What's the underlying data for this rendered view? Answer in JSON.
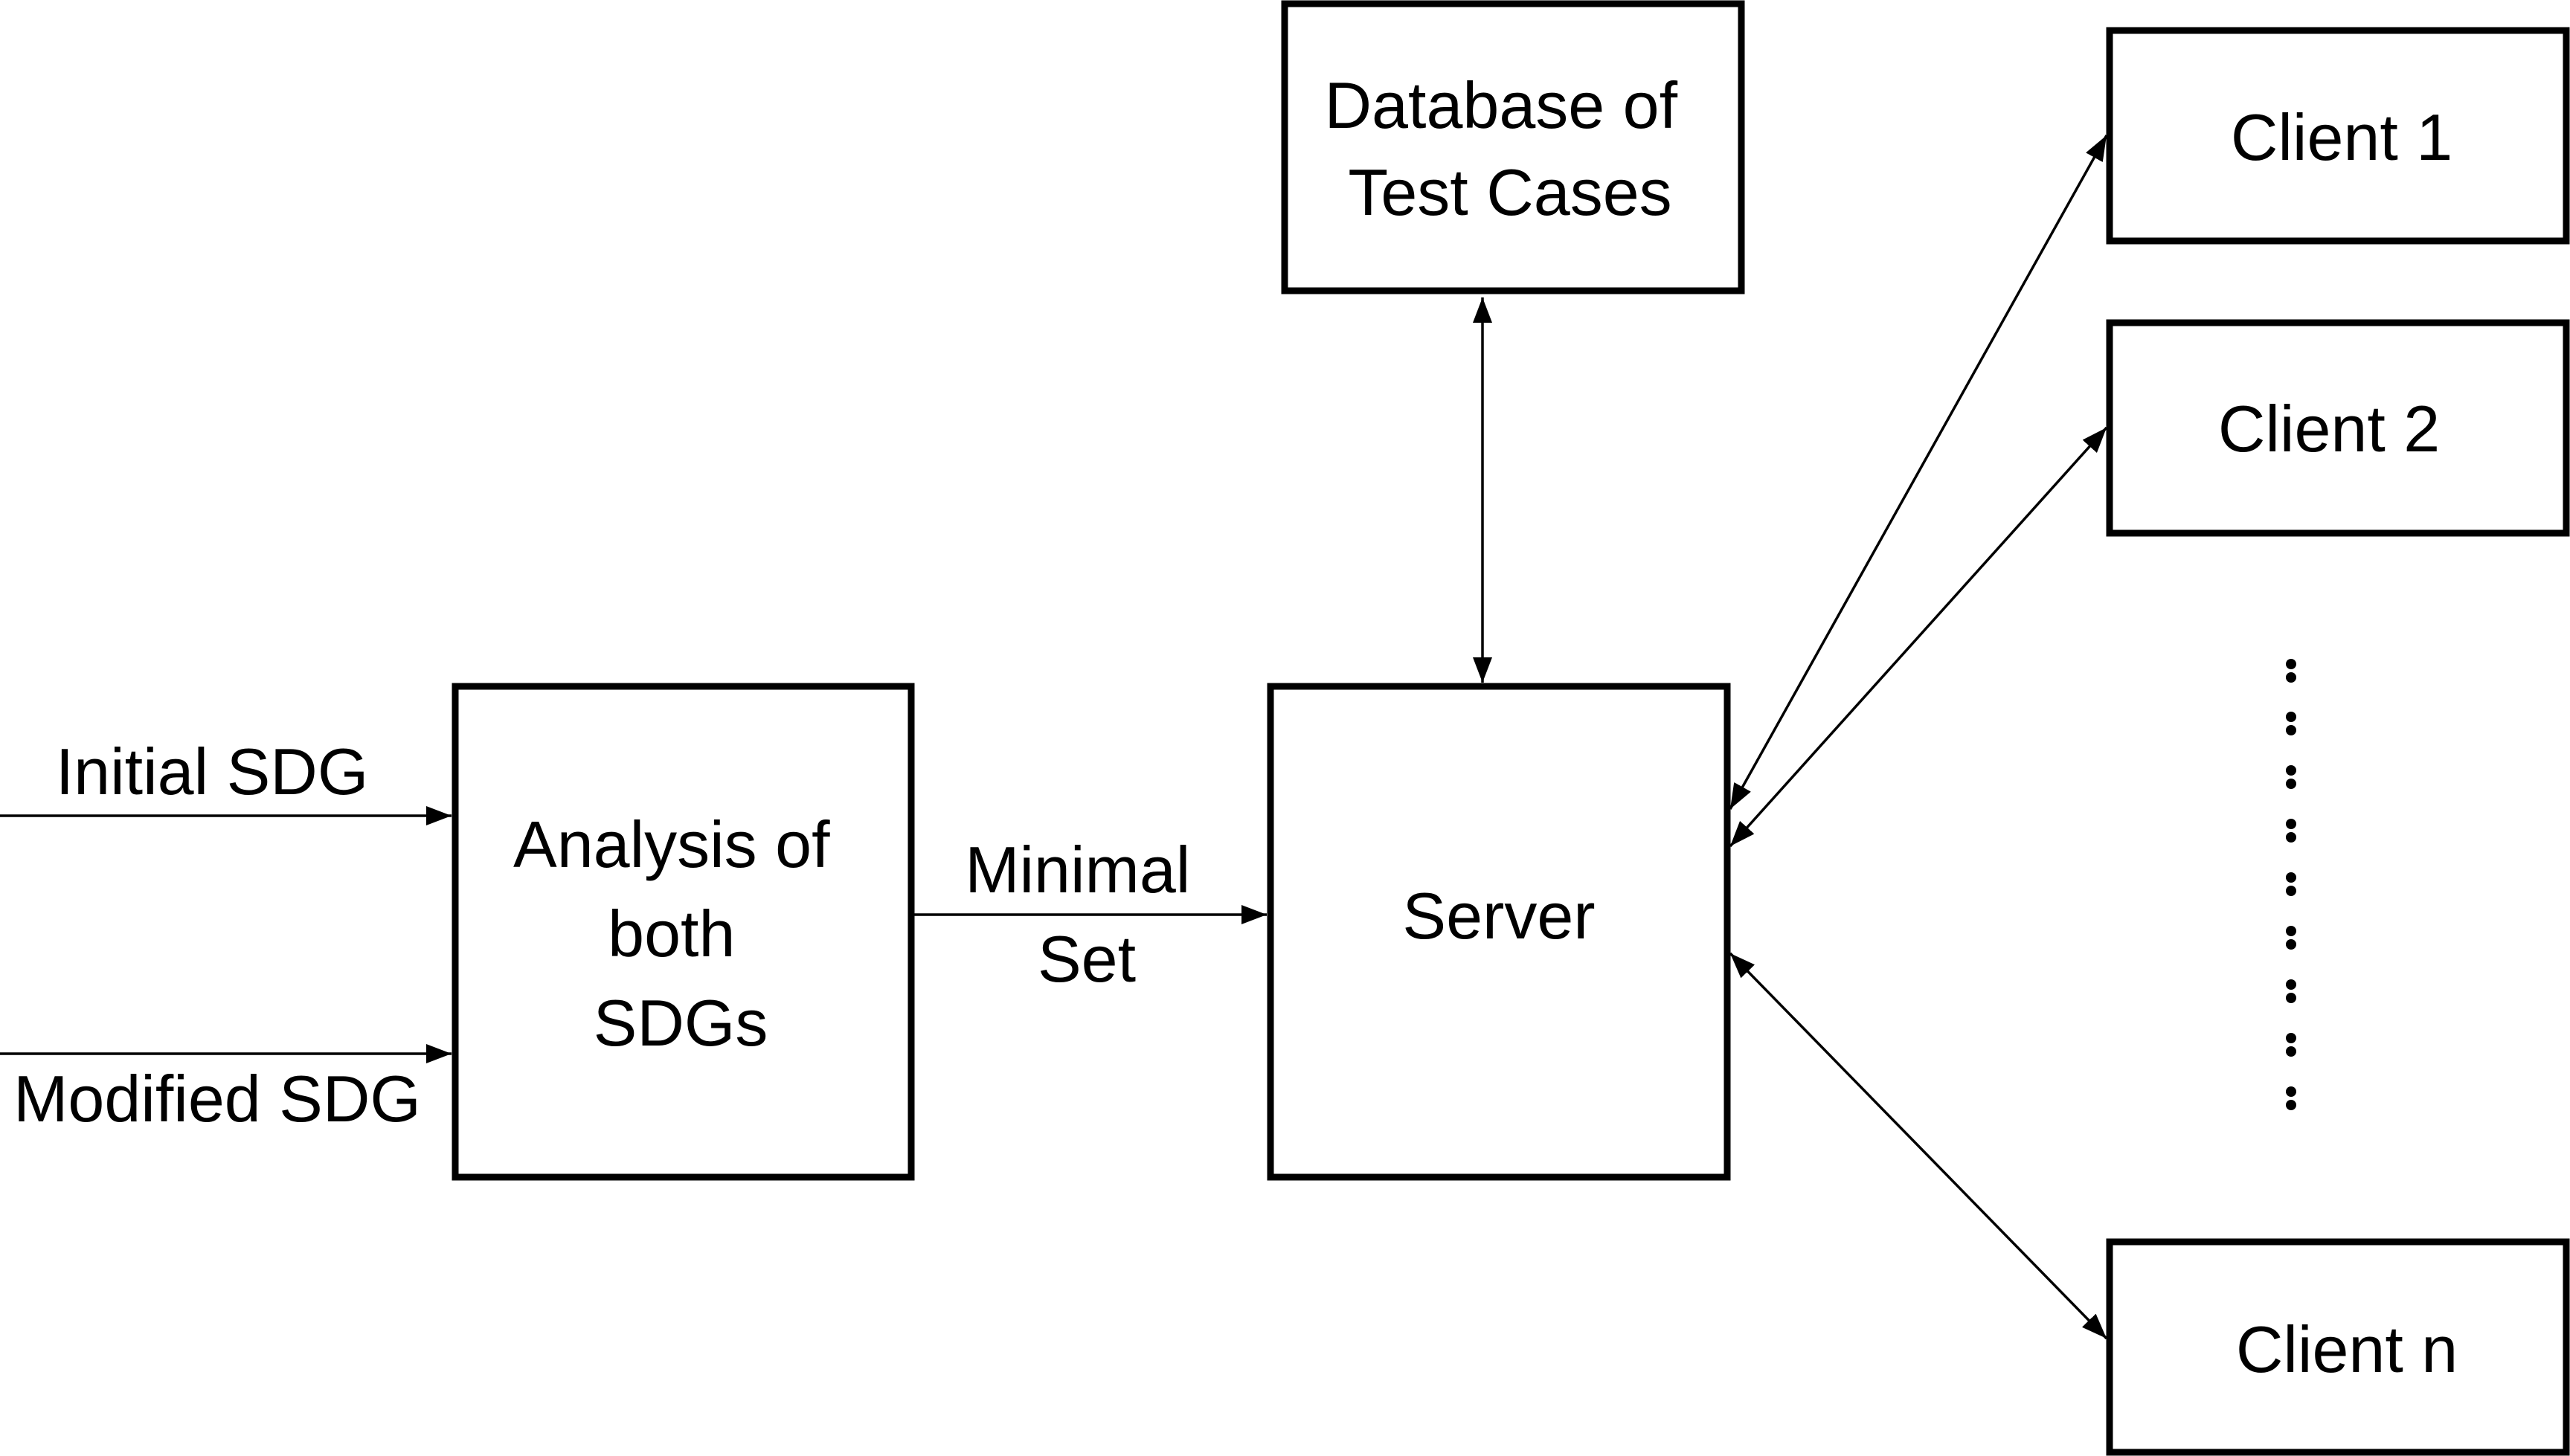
{
  "nodes": {
    "database": {
      "lines": [
        "Database of",
        "Test Cases"
      ]
    },
    "analysis": {
      "lines": [
        "Analysis of",
        "both",
        "SDGs"
      ]
    },
    "server": {
      "lines": [
        "Server"
      ]
    },
    "client1": {
      "lines": [
        "Client 1"
      ]
    },
    "client2": {
      "lines": [
        "Client 2"
      ]
    },
    "clientn": {
      "lines": [
        "Client n"
      ]
    }
  },
  "edges": {
    "initial_sdg": {
      "label": "Initial SDG"
    },
    "modified_sdg": {
      "label": "Modified SDG"
    },
    "minimal_set": {
      "lines": [
        "Minimal",
        "Set"
      ]
    }
  }
}
